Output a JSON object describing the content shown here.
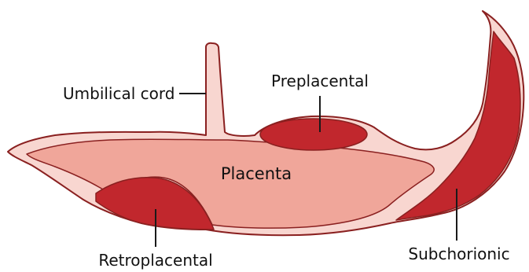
{
  "labels": {
    "umbilical_cord": "Umbilical cord",
    "preplacental": "Preplacental",
    "placenta": "Placenta",
    "retroplacental": "Retroplacental",
    "subchorionic": "Subchorionic"
  },
  "colors": {
    "tissue_outline": "#8a2020",
    "tissue_light": "#f8d6d0",
    "placenta_fill": "#f0a69a",
    "hematoma_fill": "#c1272d",
    "leader_line": "#1a1a1a"
  }
}
